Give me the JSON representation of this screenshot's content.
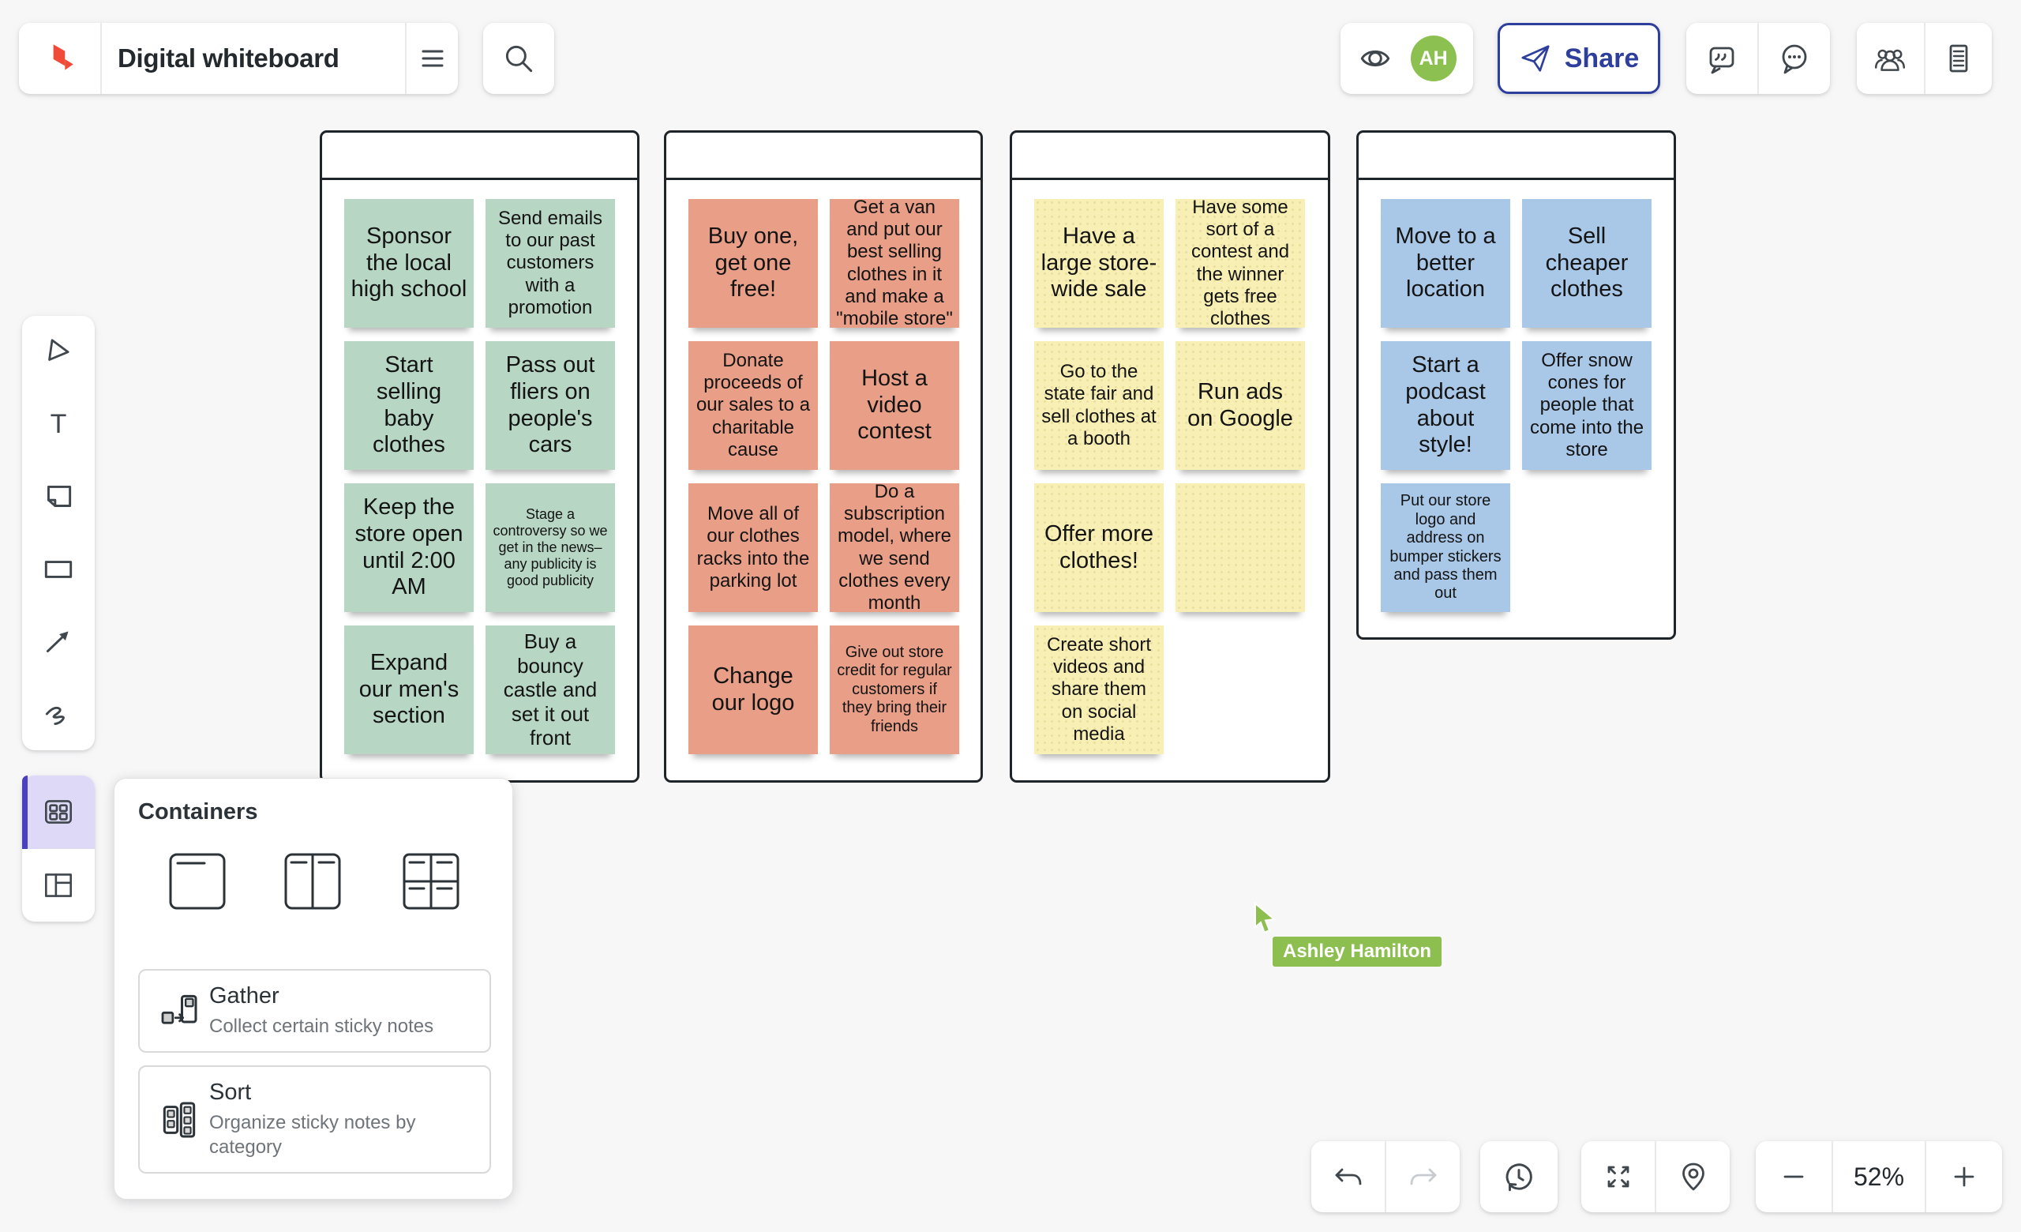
{
  "colors": {
    "note-green": "#b7d6c4",
    "note-salmon": "#e89e87",
    "note-yellow": "#f8efb5",
    "note-blue": "#a9c7e7",
    "accent": "#2e3e9d",
    "avatar": "#8cc152",
    "cursor": "#8cbf4f",
    "logo": "#f04a38",
    "selected-bg": "#ded9f7",
    "selected-bar": "#4a3fc0"
  },
  "header": {
    "title": "Digital whiteboard"
  },
  "presence": {
    "initials": "AH"
  },
  "share": {
    "label": "Share"
  },
  "icons": {
    "toolbar": [
      "select",
      "text",
      "sticky-note",
      "shape",
      "arrow",
      "draw"
    ],
    "toolbar_secondary": [
      "containers",
      "layout"
    ],
    "top_right": [
      "eye",
      "share-plane",
      "comment-quote",
      "chat-ellipsis",
      "people",
      "notes-doc"
    ],
    "bottom_right": [
      "undo",
      "redo",
      "history",
      "fullscreen",
      "location-pin",
      "zoom-out",
      "zoom-in"
    ]
  },
  "containers": [
    {
      "title": "",
      "notes": [
        {
          "text": "Sponsor the local high school",
          "color": "green",
          "size": "l"
        },
        {
          "text": "Send emails to our past customers with a promotion",
          "color": "green",
          "size": "m"
        },
        {
          "text": "Start selling baby clothes",
          "color": "green",
          "size": "l"
        },
        {
          "text": "Pass out fliers on people's cars",
          "color": "green",
          "size": "l"
        },
        {
          "text": "Keep the store open until 2:00 AM",
          "color": "green",
          "size": "l"
        },
        {
          "text": "Stage a controversy so we get in the news–any publicity is good publicity",
          "color": "green",
          "size": "xs"
        },
        {
          "text": "Expand our men's section",
          "color": "green",
          "size": "l"
        },
        {
          "text": "Buy a bouncy castle and set it out front",
          "color": "green",
          "size": "ml"
        }
      ]
    },
    {
      "title": "",
      "notes": [
        {
          "text": "Buy one, get one free!",
          "color": "salmon",
          "size": "l"
        },
        {
          "text": "Get a van and put our best selling clothes in it and make a \"mobile store\"",
          "color": "salmon",
          "size": "m"
        },
        {
          "text": "Donate proceeds of our sales to a charitable cause",
          "color": "salmon",
          "size": "m"
        },
        {
          "text": "Host a video contest",
          "color": "salmon",
          "size": "l"
        },
        {
          "text": "Move all of our clothes racks into the parking lot",
          "color": "salmon",
          "size": "m"
        },
        {
          "text": "Do a subscription model, where we send clothes every month",
          "color": "salmon",
          "size": "m"
        },
        {
          "text": "Change our logo",
          "color": "salmon",
          "size": "l"
        },
        {
          "text": "Give out store credit for regular customers if they bring their friends",
          "color": "salmon",
          "size": "s"
        }
      ]
    },
    {
      "title": "",
      "notes": [
        {
          "text": "Have a large store-wide sale",
          "color": "yellow",
          "size": "l"
        },
        {
          "text": "Have some sort of a contest and the winner gets free clothes",
          "color": "yellow",
          "size": "m"
        },
        {
          "text": "Go to the state fair and sell clothes at a booth",
          "color": "yellow",
          "size": "m"
        },
        {
          "text": "Run ads on Google",
          "color": "yellow",
          "size": "l"
        },
        {
          "text": "Offer more clothes!",
          "color": "yellow",
          "size": "l"
        },
        {
          "text": "",
          "color": "yellow",
          "size": "m"
        },
        {
          "text": "Create short videos and share them on social media",
          "color": "yellow",
          "size": "m"
        }
      ]
    },
    {
      "title": "",
      "notes": [
        {
          "text": "Move to a better location",
          "color": "blue",
          "size": "l"
        },
        {
          "text": "Sell cheaper clothes",
          "color": "blue",
          "size": "l"
        },
        {
          "text": "Start a podcast about style!",
          "color": "blue",
          "size": "l"
        },
        {
          "text": "Offer snow cones for people that come into the store",
          "color": "blue",
          "size": "m"
        },
        {
          "text": "Put our store logo and address on bumper stickers and pass them out",
          "color": "blue",
          "size": "s"
        }
      ]
    }
  ],
  "containers_panel": {
    "title": "Containers",
    "options": [
      "single-container",
      "two-column-container",
      "four-grid-container"
    ],
    "actions": [
      {
        "title": "Gather",
        "subtitle": "Collect certain sticky notes"
      },
      {
        "title": "Sort",
        "subtitle": "Organize sticky notes by category"
      }
    ]
  },
  "cursor": {
    "user": "Ashley Hamilton"
  },
  "footer": {
    "zoom_level": "52%"
  }
}
